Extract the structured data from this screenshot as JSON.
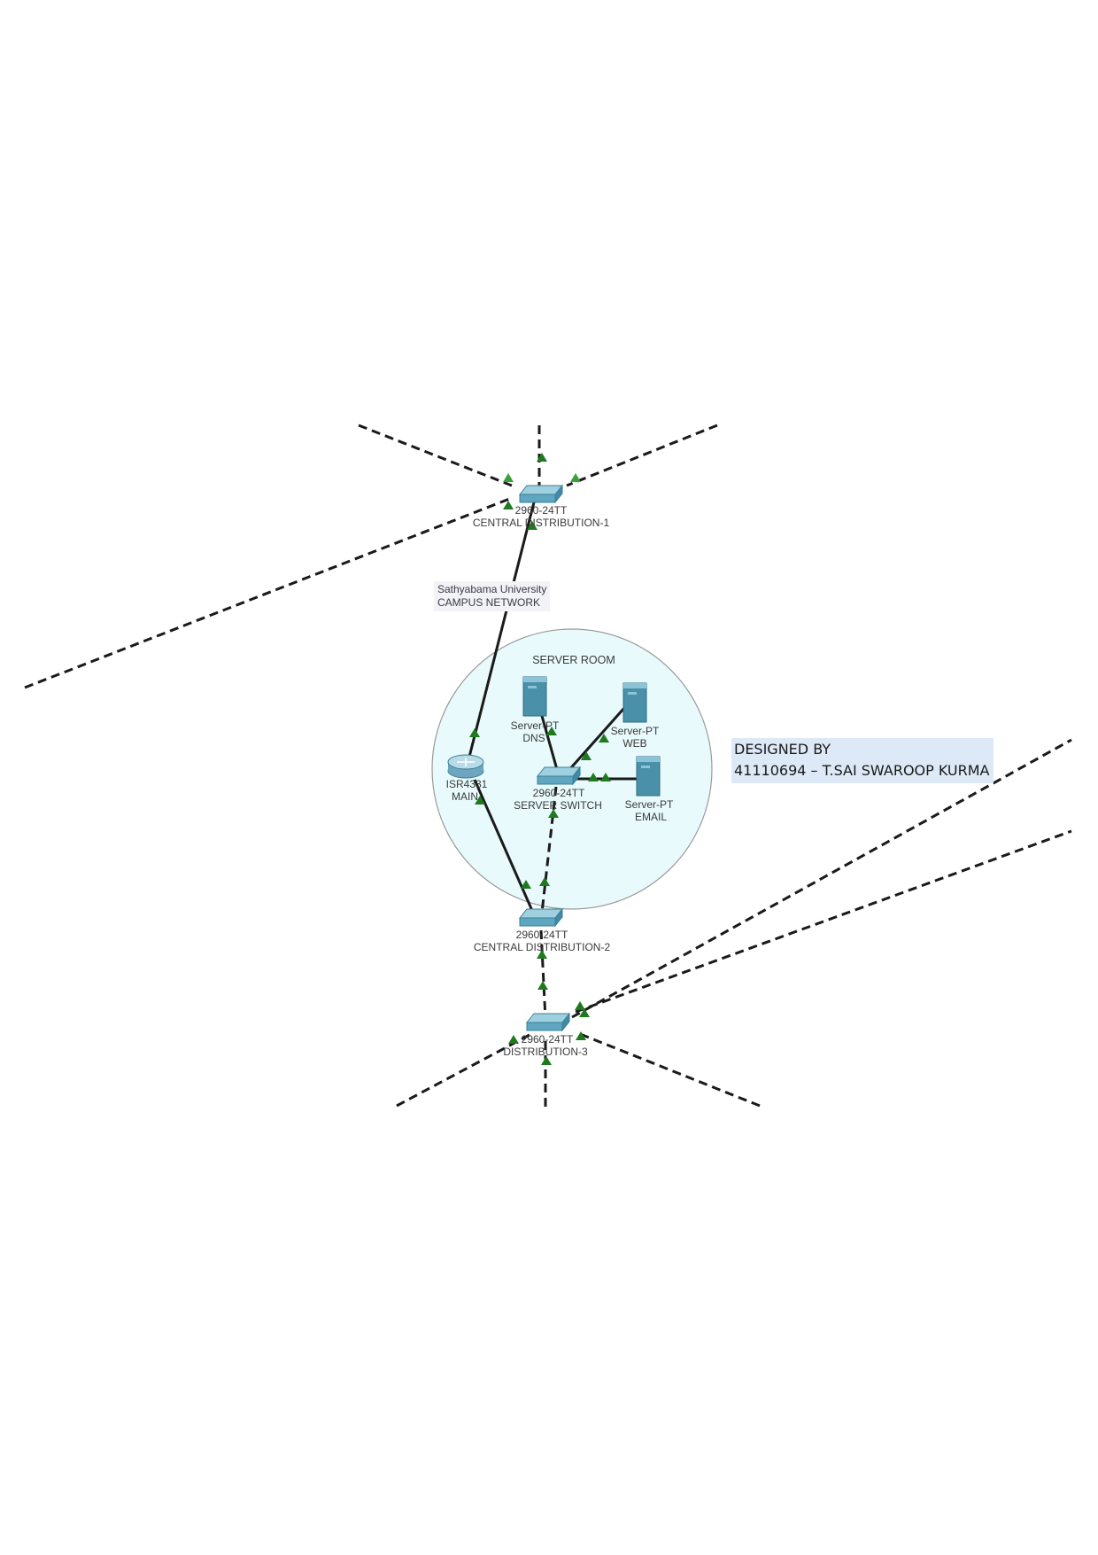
{
  "zones": {
    "server_room": "SERVER ROOM"
  },
  "note": {
    "line1": "Sathyabama University",
    "line2": "CAMPUS NETWORK"
  },
  "devices": {
    "cd1": {
      "model": "2960-24TT",
      "name": "CENTRAL DISTRIBUTION-1"
    },
    "cd2": {
      "model": "2960-24TT",
      "name": "CENTRAL DISTRIBUTION-2"
    },
    "d3": {
      "model": "2960-24TT",
      "name": "DISTRIBUTION-3"
    },
    "server_switch": {
      "model": "2960-24TT",
      "name": "SERVER SWITCH"
    },
    "router": {
      "model": "ISR4331",
      "name": "MAIN"
    },
    "dns": {
      "model": "Server-PT",
      "name": "DNS"
    },
    "web": {
      "model": "Server-PT",
      "name": "WEB"
    },
    "email": {
      "model": "Server-PT",
      "name": "EMAIL"
    }
  },
  "credit": {
    "line1": "DESIGNED BY",
    "line2": "41110694 – T.SAI SWAROOP KURMA"
  },
  "colors": {
    "switch": "#5fa6c0",
    "server": "#4a90a8",
    "zone_fill": "#e8fafc",
    "link_up": "#1f7a1f",
    "credit_bg": "#dde9f7"
  }
}
